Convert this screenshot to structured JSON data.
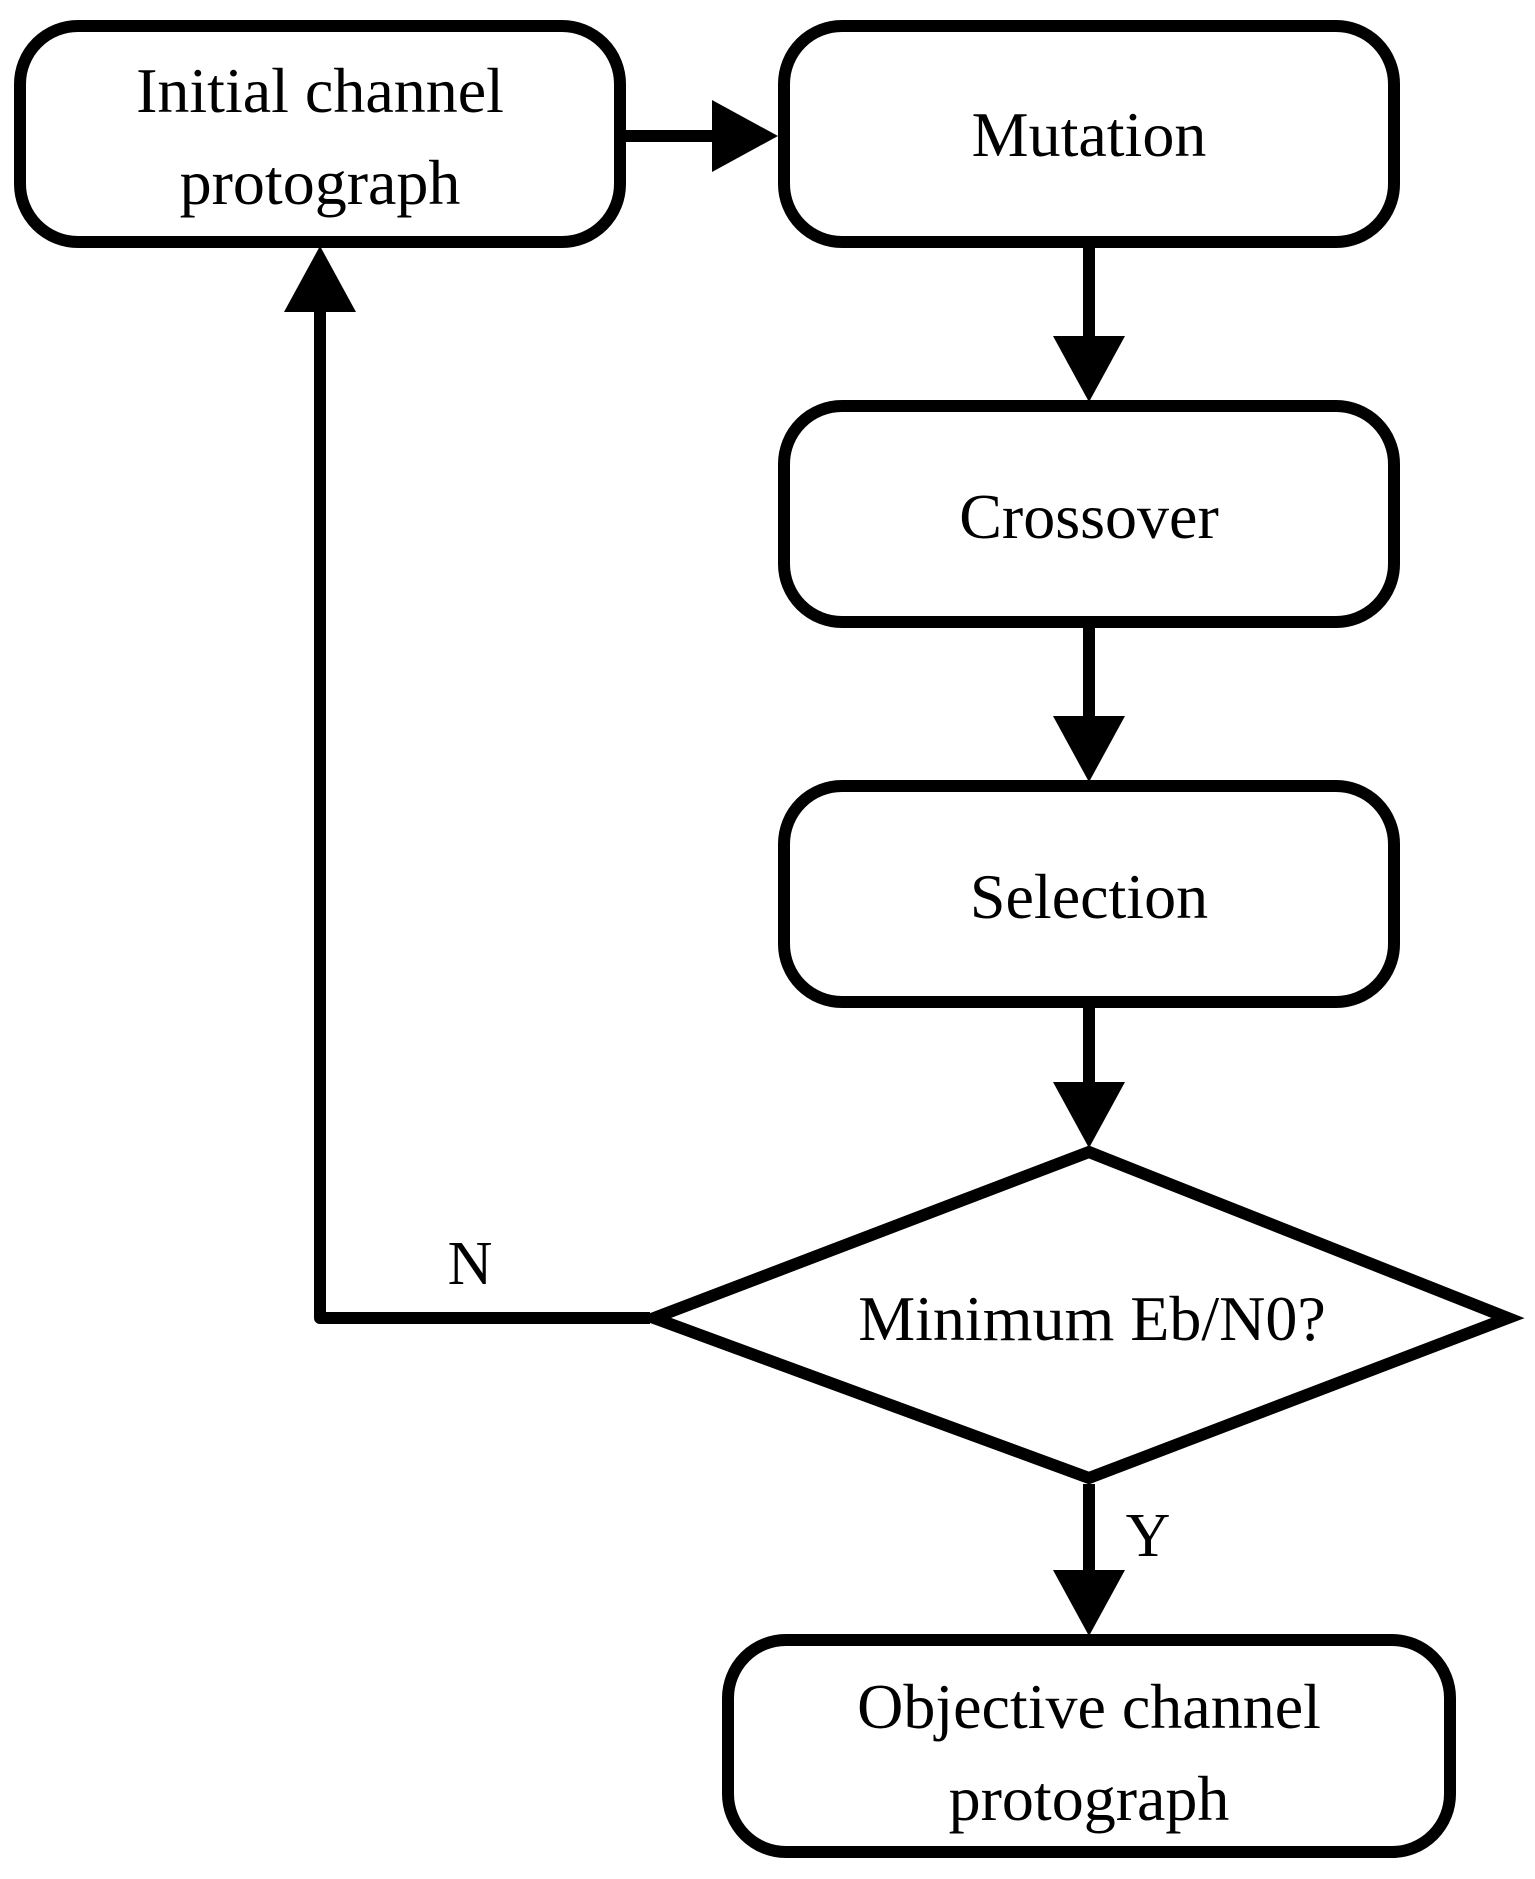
{
  "nodes": {
    "initial": {
      "lines": [
        "Initial channel",
        "protograph"
      ]
    },
    "mutation": {
      "lines": [
        "Mutation"
      ]
    },
    "crossover": {
      "lines": [
        "Crossover"
      ]
    },
    "selection": {
      "lines": [
        "Selection"
      ]
    },
    "decision": {
      "lines": [
        "Minimum Eb/N0?"
      ]
    },
    "objective": {
      "lines": [
        "Objective channel",
        "protograph"
      ]
    }
  },
  "edges": {
    "no_label": "N",
    "yes_label": "Y"
  },
  "colors": {
    "stroke": "#000000",
    "fill": "#ffffff"
  }
}
